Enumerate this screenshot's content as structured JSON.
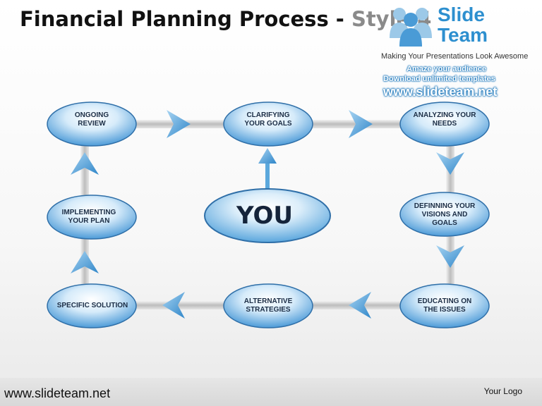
{
  "title": {
    "main": "Financial Planning Process - ",
    "style": "Style 4"
  },
  "logo": {
    "line1": "Slide",
    "line2": "Team",
    "tagline": "Making Your Presentations Look Awesome",
    "promo1": "Amaze your audience",
    "promo2": "Download unlimited templates",
    "url": "www.slideteam.net"
  },
  "nodes": {
    "ongoing_review": "ONGOING\nREVIEW",
    "clarifying_goals": "CLARIFYING\nYOUR GOALS",
    "analyzing_needs": "ANALYZING YOUR\nNEEDS",
    "implementing_plan": "IMPLEMENTING\nYOUR PLAN",
    "you": "YOU",
    "defining_visions": "DEFINNING YOUR\nVISIONS AND\nGOALS",
    "specific_solution": "SPECIFIC SOLUTION",
    "alternative_strategies": "ALTERNATIVE\nSTRATEGIES",
    "educating_issues": "EDUCATING ON\nTHE ISSUES"
  },
  "footer": {
    "url": "www.slideteam.net",
    "logo": "Your Logo"
  },
  "colors": {
    "node_fill_light": "#e8f4fd",
    "node_fill_dark": "#5aa7df",
    "node_stroke": "#2f6fa8",
    "arrow_fill": "#5ba8dc",
    "connector": "#c9c9c9"
  }
}
